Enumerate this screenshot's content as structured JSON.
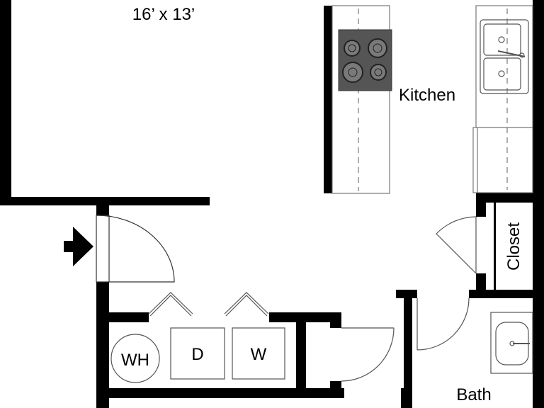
{
  "labels": {
    "dimensions": "16’ x 13’",
    "kitchen": "Kitchen",
    "closet": "Closet",
    "bath": "Bath",
    "water_heater": "WH",
    "dryer": "D",
    "washer": "W"
  },
  "colors": {
    "wall": "#000000",
    "stove": "#555555",
    "burner_ring": "#222222",
    "burner_fill": "#7a7a7a",
    "fixture_line": "#777777",
    "background": "#ffffff"
  },
  "icons": {
    "entry": "entry-arrow-icon"
  }
}
